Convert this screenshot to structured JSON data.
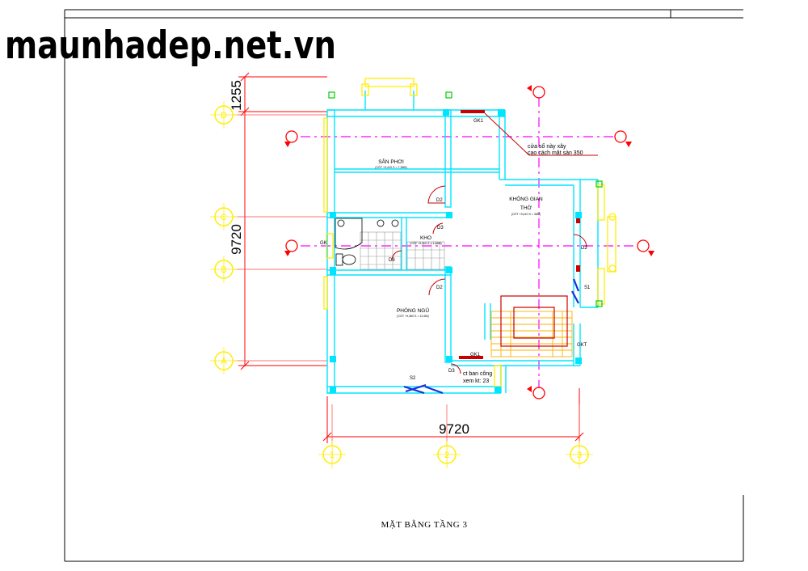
{
  "watermark": "maunhadep.net.vn",
  "drawing_title": "MẶT BẰNG TẦNG 3",
  "dimensions": {
    "left_top": "1255",
    "left_main": "9720",
    "bottom": "9720"
  },
  "grid_axes": {
    "rows": [
      "D",
      "C",
      "B",
      "A"
    ],
    "cols": [
      "1",
      "2",
      "3"
    ]
  },
  "rooms": {
    "san_phoi": {
      "name": "SÂN PHƠI",
      "sub": "(CÓT +9,410 S = 7,38M)"
    },
    "khong_gian_tho": {
      "name_line1": "KHÔNG GIAN",
      "name_line2": "THỜ",
      "sub": "(CÓT +9,410 S = 36M)"
    },
    "kho": {
      "name": "KHO",
      "sub": "(CÓT +9,410 S = 1,86M)"
    },
    "phong_ngu": {
      "name": "PHÒNG NGỦ",
      "sub": "(CÓT +9,360 S = 12,6M)"
    }
  },
  "annotations": {
    "note_window_1": "cửa sổ này xây",
    "note_window_2": "cao cách mặt sàn 350",
    "note_balcony_1": "ct ban công",
    "note_balcony_2": "xem kt: 23"
  },
  "door_labels": {
    "gk1_top": "GK1",
    "gk1_bottom": "GK1",
    "gk_left": "GK",
    "gkt": "GKT",
    "d2_upper": "D2",
    "d2_lower": "D2",
    "d2_right": "D2",
    "d3_kho": "D3",
    "d3_wc": "D3",
    "d3_bottom": "D3",
    "s1": "S1",
    "s2": "S2"
  },
  "colors": {
    "wall": "#00e5ff",
    "window": "#ffee00",
    "dimension": "#ff0000",
    "door": "#cc0000",
    "axis_bubble": "#ffee00",
    "column": "#00e5ff",
    "green_marker": "#00cc00",
    "red_bubble": "#ff0000",
    "dash_axis": "#ff00ff",
    "text": "#000000"
  }
}
